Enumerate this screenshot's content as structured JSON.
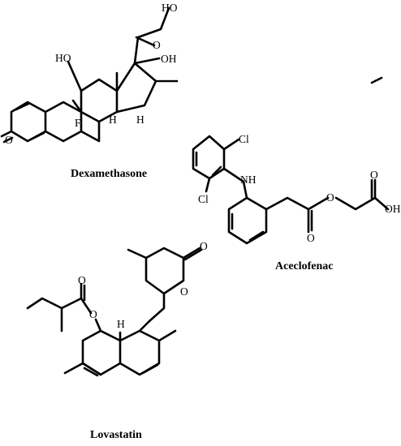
{
  "compounds": {
    "dexamethasone": {
      "name": "Dexamethasone",
      "atoms": {
        "oh_top": "HO",
        "oh_17": "OH",
        "oh_11": "HO",
        "o_ketone": "O",
        "o_c3": "O",
        "f": "F",
        "h_8": "H",
        "h_14": "H"
      }
    },
    "aceclofenac": {
      "name": "Aceclofenac",
      "atoms": {
        "cl_top": "Cl",
        "nh": "NH",
        "cl_bottom": "Cl",
        "o_carbonyl": "O",
        "o_ester": "O",
        "o_acid": "O",
        "oh": "OH"
      }
    },
    "lovastatin": {
      "name": "Lovastatin",
      "atoms": {
        "o_lactone_carbonyl": "O",
        "o_ring": "O",
        "o_ester_carbonyl": "O",
        "o_ester": "O",
        "h_ring": "H"
      }
    }
  }
}
